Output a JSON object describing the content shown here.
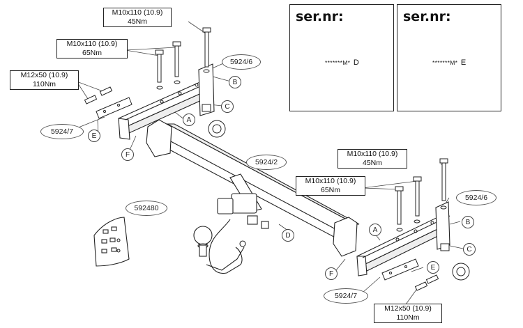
{
  "torque_labels": {
    "top_center": {
      "bolt": "M10x110 (10.9)",
      "torque": "45Nm"
    },
    "top_left_mid": {
      "bolt": "M10x110 (10.9)",
      "torque": "65Nm"
    },
    "left": {
      "bolt": "M12x50 (10.9)",
      "torque": "110Nm"
    },
    "right_upper": {
      "bolt": "M10x110 (10.9)",
      "torque": "45Nm"
    },
    "right_mid": {
      "bolt": "M10x110 (10.9)",
      "torque": "65Nm"
    },
    "bottom_right": {
      "bolt": "M12x50 (10.9)",
      "torque": "110Nm"
    }
  },
  "part_numbers": {
    "bracket_top_right": "5924/6",
    "bracket_left": "5924/7",
    "crossbar": "5924/2",
    "wiring_kit": "592480",
    "bracket_right": "5924/6",
    "bracket_bottom": "5924/7"
  },
  "callouts": {
    "a1": "A",
    "b1": "B",
    "c1": "C",
    "e1": "E",
    "f1": "F",
    "d": "D",
    "a2": "A",
    "b2": "B",
    "c2": "C",
    "e2": "E",
    "f2": "F"
  },
  "serial_panels": [
    {
      "title": "ser.nr:",
      "code": "*******M*",
      "letter": "D"
    },
    {
      "title": "ser.nr:",
      "code": "*******M*",
      "letter": "E"
    }
  ],
  "icons": [
    "warning-triangle-icon",
    "eye-icon"
  ]
}
